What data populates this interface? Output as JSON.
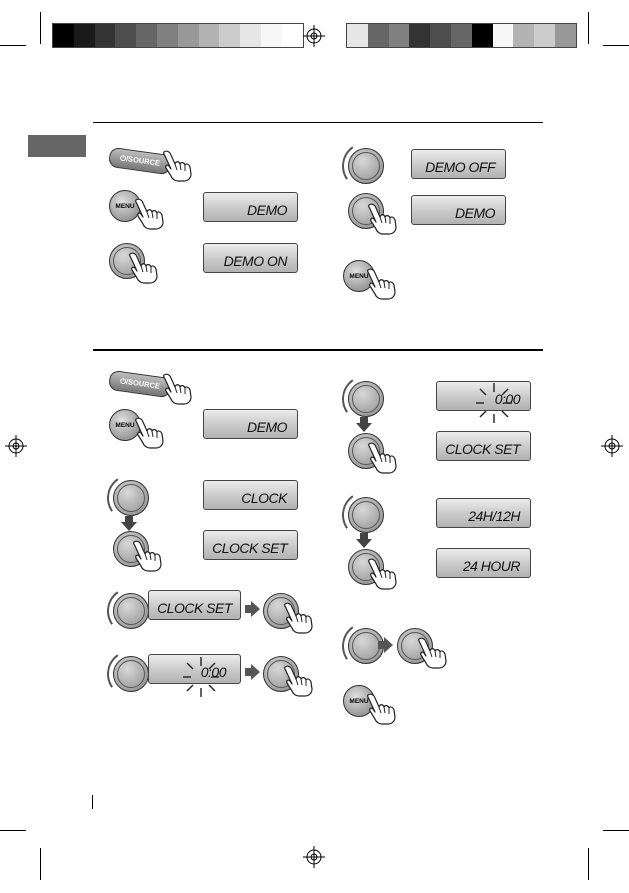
{
  "colors": {
    "calibration_left": [
      "#000000",
      "#1a1a1a",
      "#333333",
      "#4d4d4d",
      "#666666",
      "#808080",
      "#999999",
      "#b3b3b3",
      "#cccccc",
      "#e6e6e6",
      "#f7f7f7",
      "#ffffff"
    ],
    "calibration_right": [
      "#e6e6e6",
      "#666666",
      "#808080",
      "#333333",
      "#4d4d4d",
      "#666666",
      "#000000",
      "#f7f7f7",
      "#b3b3b3",
      "#cccccc",
      "#999999"
    ],
    "section_tab": "#666666"
  },
  "buttons": {
    "source": "⏻/SOURCE",
    "menu": "MENU"
  },
  "section_demo": {
    "lcd_demo": "DEMO",
    "lcd_demo_on": "DEMO ON",
    "lcd_demo_off": "DEMO OFF",
    "lcd_demo_2": "DEMO"
  },
  "section_clock": {
    "lcd_demo": "DEMO",
    "lcd_clock": "CLOCK",
    "lcd_clock_set": "CLOCK SET",
    "lcd_clock_set_wide": "CLOCK SET",
    "lcd_time_wide": "0:00",
    "lcd_time_right": "0:00",
    "lcd_clock_set_right": "CLOCK SET",
    "lcd_24h_12h": "24H/12H",
    "lcd_24_hour": "24 HOUR"
  },
  "icons": [
    "hand-press-icon",
    "knob-icon",
    "rotate-arrow-icon",
    "arrow-down-icon",
    "arrow-right-icon",
    "registration-mark-icon",
    "crop-mark-icon",
    "blink-burst-icon"
  ]
}
